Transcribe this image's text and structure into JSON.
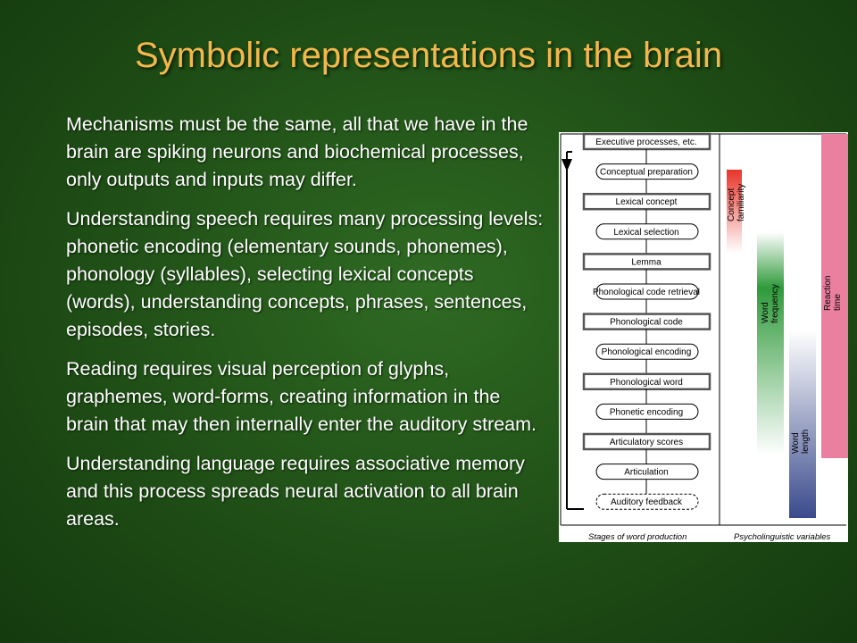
{
  "slide": {
    "title": "Symbolic representations in the brain",
    "paragraphs": [
      "Mechanisms must be the same, all that we have in the brain are spiking neurons and biochemical processes, only outputs and inputs may differ.",
      "Understanding speech requires many processing levels: phonetic encoding (elementary sounds, phonemes), phonology (syllables), selecting lexical concepts (words), understanding concepts, phrases, sentences, episodes, stories.",
      "Reading requires visual perception of glyphs, graphemes, word-forms, creating information in the brain that may then internally enter the auditory stream.",
      "Understanding language requires associative memory and this process spreads neural activation to all brain areas."
    ]
  },
  "figure": {
    "stages": [
      "Executive processes, etc.",
      "Conceptual preparation",
      "Lexical concept",
      "Lexical selection",
      "Lemma",
      "Phonological code retrieval",
      "Phonological code",
      "Phonological encoding",
      "Phonological word",
      "Phonetic encoding",
      "Articulatory scores",
      "Articulation",
      "Auditory feedback"
    ],
    "variables": {
      "concept_familiarity": "Concept familiarity",
      "concept_familiarity_lines": [
        "Concept",
        "familiarity"
      ],
      "word_frequency_lines": [
        "Word",
        "frequency"
      ],
      "word_length_lines": [
        "Word",
        "length"
      ],
      "reaction_time_lines": [
        "Reaction",
        "time"
      ]
    },
    "captions": {
      "left": "Stages of word production",
      "right": "Psycholinguistic variables"
    },
    "colors": {
      "process_box": "#555555",
      "concept_familiarity": "#e8342a",
      "word_frequency": "#2f9a3a",
      "word_length": "#3a4a8c",
      "reaction_time": "#ea7fa0"
    }
  }
}
